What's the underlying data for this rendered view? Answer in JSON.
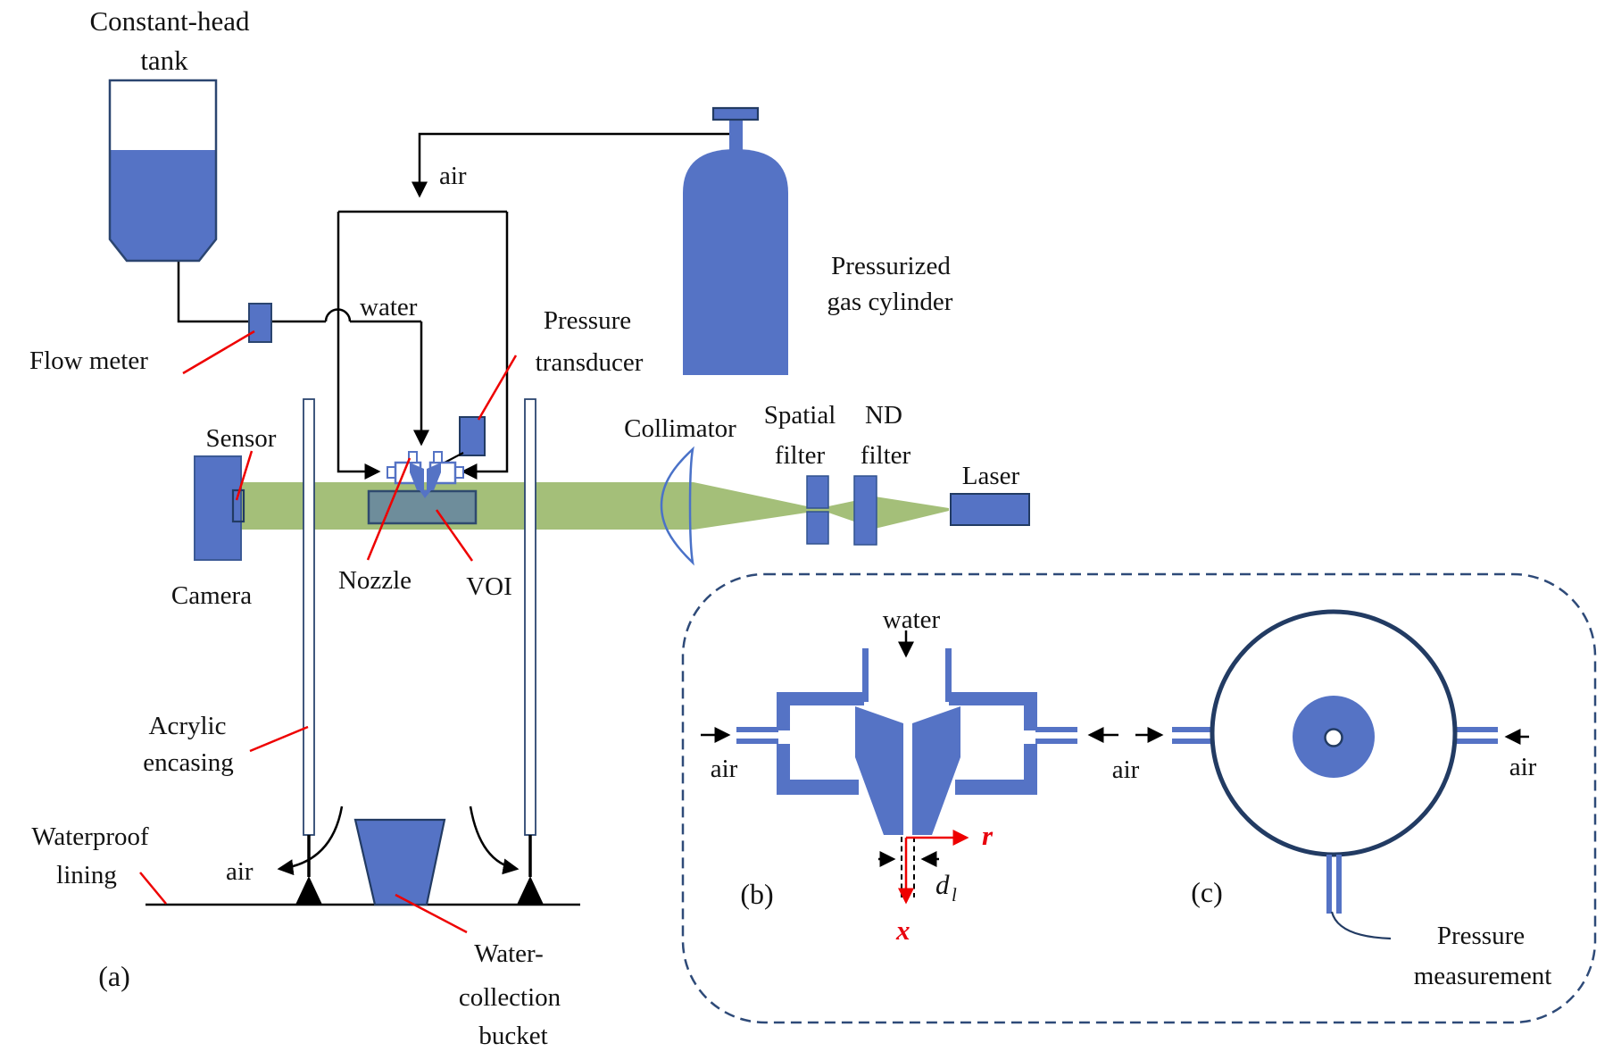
{
  "figure_title": "Experimental setup diagram",
  "colors": {
    "shape_blue": "#5573C5",
    "shape_blue_outline": "#31538F",
    "dark_navy": "#223B63",
    "panel_border_navy": "#2E4A78",
    "beam_green": "#A4BF79",
    "voi_fill": "#6E8D9B",
    "voi_outline": "#2F4A6E",
    "annotation_red": "#EE0000",
    "line_black": "#000000"
  },
  "panel_a": {
    "tag": "(a)",
    "labels": {
      "constant_head_tank": [
        "Constant-head",
        "tank"
      ],
      "flow_meter": "Flow meter",
      "air_supply": "air",
      "water_supply": "water",
      "pressure_transducer": [
        "Pressure",
        "transducer"
      ],
      "gas_cylinder": [
        "Pressurized",
        "gas cylinder"
      ],
      "sensor": "Sensor",
      "camera": "Camera",
      "collimator": "Collimator",
      "spatial_filter": [
        "Spatial",
        "filter"
      ],
      "nd_filter": [
        "ND",
        "filter"
      ],
      "laser": "Laser",
      "nozzle": "Nozzle",
      "voi": "VOI",
      "acrylic_encasing": [
        "Acrylic",
        "encasing"
      ],
      "waterproof_lining": [
        "Waterproof",
        "lining"
      ],
      "air_exhaust": "air",
      "water_collection_bucket": [
        "Water-",
        "collection",
        "bucket"
      ]
    }
  },
  "panel_b": {
    "tag": "(b)",
    "labels": {
      "water_inlet": "water",
      "air_inlet_left": "air",
      "air_inlet_shared": "air",
      "axis_r": "r",
      "axis_x": "x",
      "liquid_diameter_symbol": "d",
      "liquid_diameter_subscript": "l"
    }
  },
  "panel_c": {
    "tag": "(c)",
    "labels": {
      "air_inlet_right": "air",
      "pressure_measurement": [
        "Pressure",
        "measurement"
      ]
    }
  }
}
